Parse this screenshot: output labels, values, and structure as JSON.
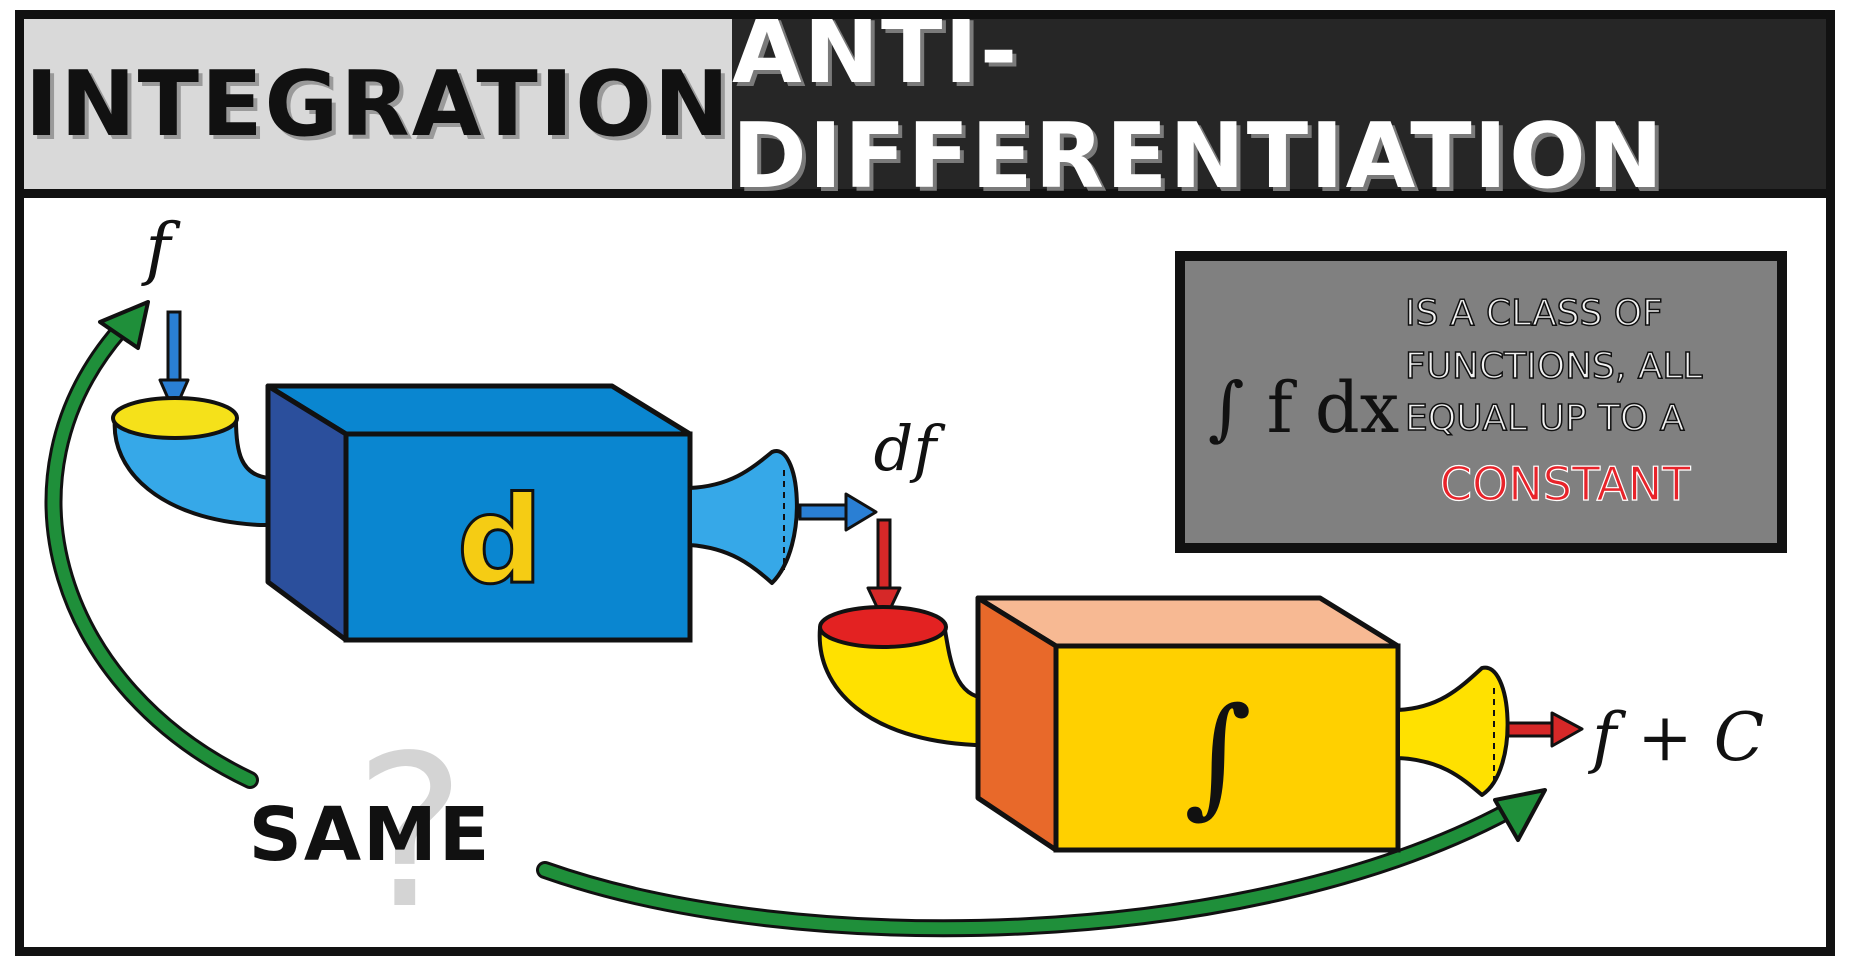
{
  "header": {
    "left_title": "INTEGRATION",
    "right_title": "ANTI-DIFFERENTIATION"
  },
  "diagram": {
    "input_label": "f",
    "machine1_label": "d",
    "output1_label": "df",
    "machine2_label": "∫",
    "output2_label": "f + C",
    "same_label": "SAME",
    "question_mark": "?"
  },
  "note": {
    "formula": "∫ f dx",
    "line1": "IS A CLASS OF",
    "line2": "FUNCTIONS, ALL",
    "line3": "EQUAL UP TO A",
    "line4": "CONSTANT"
  },
  "colors": {
    "blue_box": "#0a86d0",
    "blue_dark": "#2b4f9c",
    "yellow_box": "#ffd000",
    "orange_side": "#e8692a",
    "peach_top": "#f7b993",
    "green_arrow": "#1f8f3a",
    "red_arrow": "#d62828",
    "note_bg": "#808080",
    "constant_red": "#e8232a"
  }
}
